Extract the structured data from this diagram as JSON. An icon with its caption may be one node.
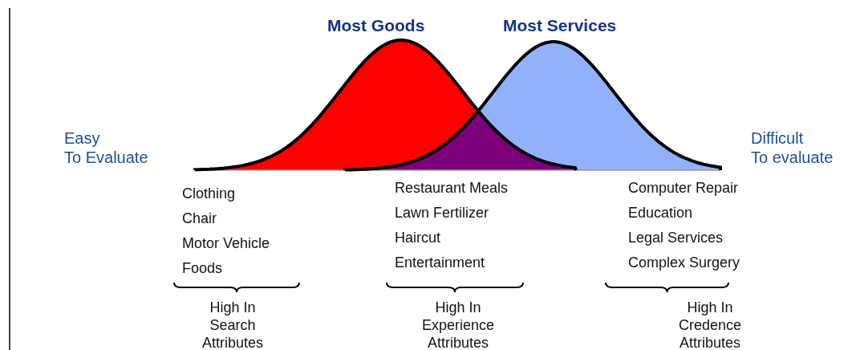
{
  "diagram": {
    "labels": [
      "Most Goods",
      "Most Services",
      "Easy To Evaluate",
      "Difficult To evaluate",
      "Clothing",
      "Chair",
      "Motor Vehicle",
      "Foods",
      "Restaurant Meals",
      "Lawn Fertilizer",
      "Haircut",
      "Entertainment",
      "Computer Repair",
      "Education",
      "Legal Services",
      "Complex Surgery",
      "High In Search Attributes",
      "High In Experience Attributes",
      "High In Credence Attributes"
    ]
  }
}
